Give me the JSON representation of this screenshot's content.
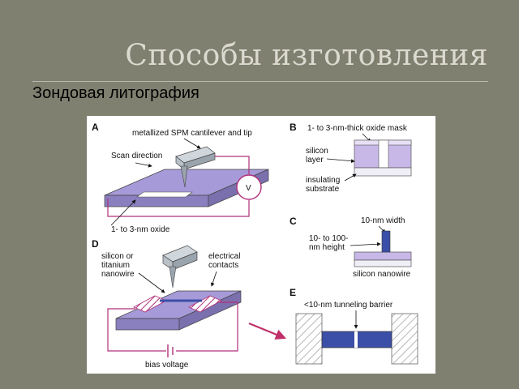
{
  "slide": {
    "title": "Способы изготовления",
    "subtitle": "Зондовая литография"
  },
  "figure": {
    "panel_labels": {
      "a": "A",
      "b": "B",
      "c": "C",
      "d": "D",
      "e": "E"
    },
    "a": {
      "cantilever": "metallized SPM cantilever and tip",
      "scan": "Scan direction",
      "oxide": "1- to 3-nm oxide",
      "voltmeter": "V"
    },
    "b": {
      "mask": "1- to 3-nm-thick oxide mask",
      "silicon_1": "silicon",
      "silicon_2": "layer",
      "insulating_1": "insulating",
      "insulating_2": "substrate"
    },
    "c": {
      "width": "10-nm width",
      "height_1": "10- to 100-",
      "height_2": "nm height",
      "nanowire": "silicon nanowire"
    },
    "d": {
      "material_1": "silicon or",
      "material_2": "titanium",
      "material_3": "nanowire",
      "contacts_1": "electrical",
      "contacts_2": "contacts",
      "bias": "bias voltage"
    },
    "e": {
      "barrier": "<10-nm tunneling barrier"
    },
    "colors": {
      "substrate_top": "#a79ad8",
      "substrate_side": "#8a7fbf",
      "circuit": "#b0307a",
      "nanowire": "#3c4fa8",
      "arrow": "#c0306a"
    }
  }
}
